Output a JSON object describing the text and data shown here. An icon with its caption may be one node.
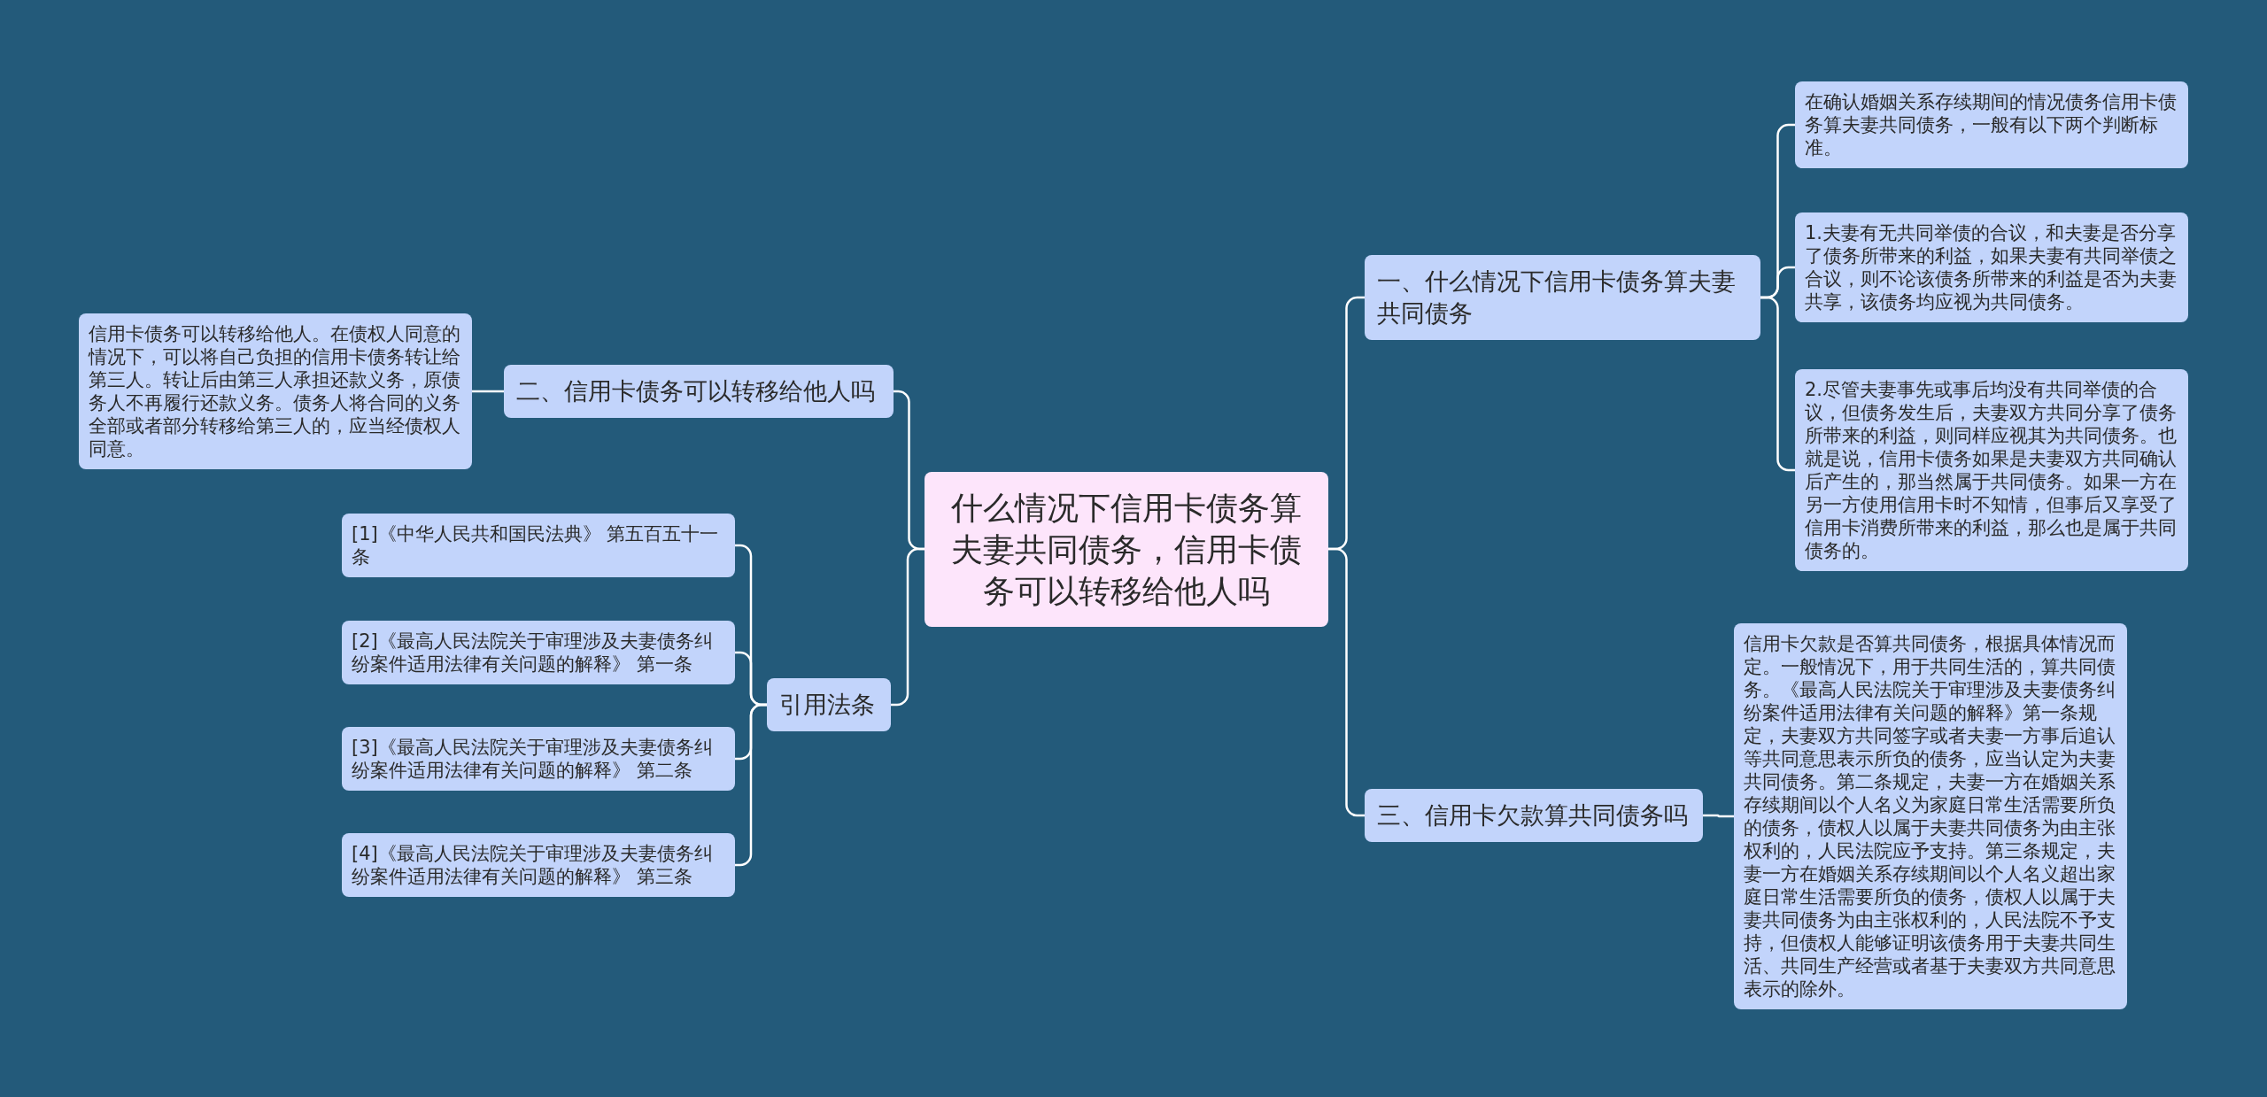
{
  "diagram": {
    "nodes": [
      {
        "text": [
          "什么情况下信用卡债务算夫妻共同债务，信用卡债务可以转移给他人吗"
        ]
      },
      {
        "text": [
          "一、什么情况下信用卡债务算夫妻共同债务"
        ]
      },
      {
        "text": [
          "在确认婚姻关系存续期间的情况债务信用卡债务算夫妻共同债务，一般有以下两个判断标准。"
        ]
      },
      {
        "text": [
          "1.夫妻有无共同举债的合议，和夫妻是否分享了债务所带来的利益，如果夫妻有共同举债之合议，则不论该债务所带来的利益是否为夫妻共享，该债务均应视为共同债务。"
        ]
      },
      {
        "text": [
          "2.尽管夫妻事先或事后均没有共同举债的合议，但债务发生后，夫妻双方共同分享了债务所带来的利益，则同样应视其为共同债务。也就是说，信用卡债务如果是夫妻双方共同确认后产生的，那当然属于共同债务。如果一方在另一方使用信用卡时不知情，但事后又享受了信用卡消费所带来的利益，那么也是属于共同债务的。"
        ]
      },
      {
        "text": [
          "三、信用卡欠款算共同债务吗"
        ]
      },
      {
        "text": [
          "信用卡欠款是否算共同债务，根据具体情况而定。一般情况下，用于共同生活的，算共同债务。《最高人民法院关于审理涉及夫妻债务纠纷案件适用法律有关问题的解释》第一条规定，夫妻双方共同签字或者夫妻一方事后追认等共同意思表示所负的债务，应当认定为夫妻共同债务。第二条规定，夫妻一方在婚姻关系存续期间以个人名义为家庭日常生活需要所负的债务，债权人以属于夫妻共同债务为由主张权利的，人民法院应予支持。第三条规定，夫妻一方在婚姻关系存续期间以个人名义超出家庭日常生活需要所负的债务，债权人以属于夫妻共同债务为由主张权利的，人民法院不予支持，但债权人能够证明该债务用于夫妻共同生活、共同生产经营或者基于夫妻双方共同意思表示的除外。"
        ]
      },
      {
        "text": [
          "二、信用卡债务可以转移给他人吗"
        ]
      },
      {
        "text": [
          "信用卡债务可以转移给他人。在债权人同意的情况下，可以将自己负担的信用卡债务转让给第三人。转让后由第三人承担还款义务，原债务人不再履行还款义务。债务人将合同的义务全部或者部分转移给第三人的，应当经债权人同意。"
        ]
      },
      {
        "text": [
          "引用法条"
        ]
      },
      {
        "text": [
          "[1]《中华人民共和国民法典》 第五百五十一条"
        ]
      },
      {
        "text": [
          "[2]《最高人民法院关于审理涉及夫妻债务纠纷案件适用法律有关问题的解释》 第一条"
        ]
      },
      {
        "text": [
          "[3]《最高人民法院关于审理涉及夫妻债务纠纷案件适用法律有关问题的解释》 第二条"
        ]
      },
      {
        "text": [
          "[4]《最高人民法院关于审理涉及夫妻债务纠纷案件适用法律有关问题的解释》 第三条"
        ]
      }
    ],
    "edges": [
      {
        "from": 0,
        "to": 1,
        "arrow": "none"
      },
      {
        "from": 1,
        "to": 2,
        "arrow": "none"
      },
      {
        "from": 1,
        "to": 3,
        "arrow": "none"
      },
      {
        "from": 1,
        "to": 4,
        "arrow": "none"
      },
      {
        "from": 0,
        "to": 5,
        "arrow": "none"
      },
      {
        "from": 5,
        "to": 6,
        "arrow": "none"
      },
      {
        "from": 0,
        "to": 7,
        "arrow": "none"
      },
      {
        "from": 7,
        "to": 8,
        "arrow": "none"
      },
      {
        "from": 0,
        "to": 9,
        "arrow": "none"
      },
      {
        "from": 9,
        "to": 10,
        "arrow": "none"
      },
      {
        "from": 9,
        "to": 11,
        "arrow": "none"
      },
      {
        "from": 9,
        "to": 12,
        "arrow": "none"
      },
      {
        "from": 9,
        "to": 13,
        "arrow": "none"
      }
    ]
  }
}
